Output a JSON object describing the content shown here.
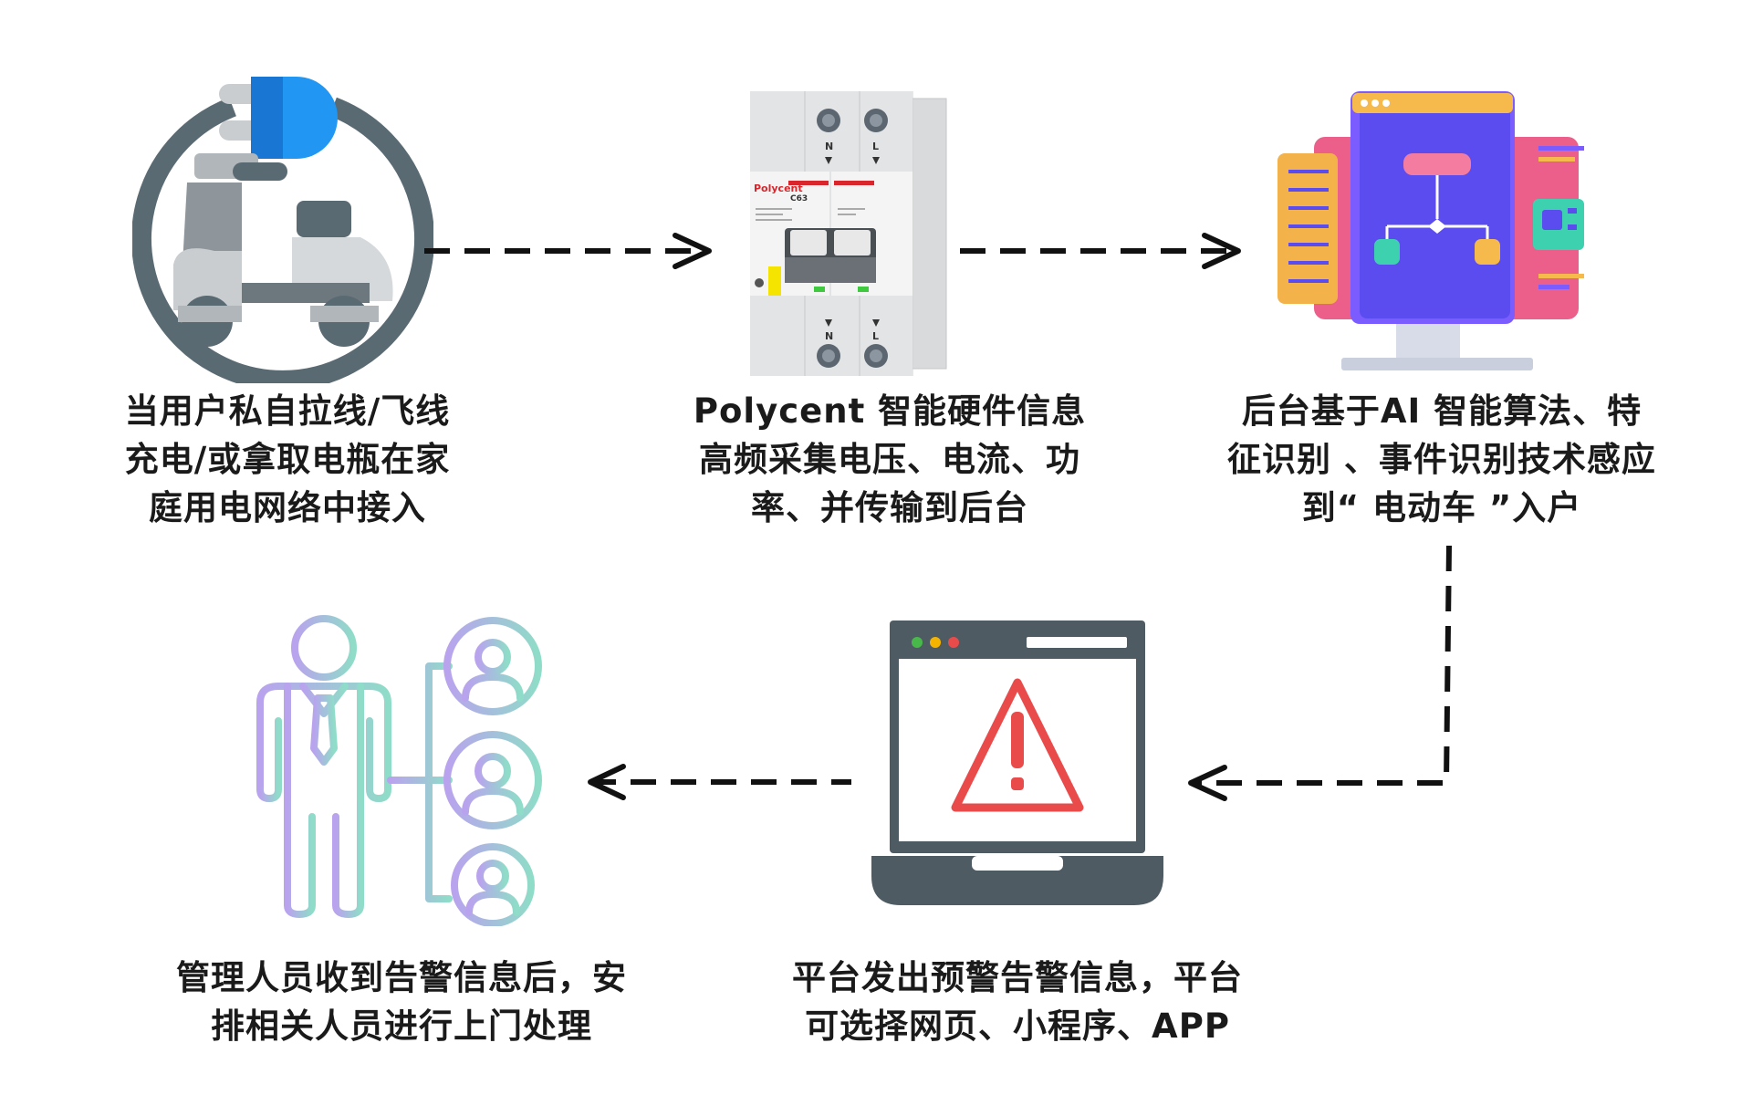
{
  "steps": [
    {
      "id": "step1",
      "lines": [
        "当用户私自拉线/飞线",
        "充电/或拿取电瓶在家",
        "庭用电网络中接入"
      ]
    },
    {
      "id": "step2",
      "lines": [
        "Polycent 智能硬件信息",
        "高频采集电压、电流、功",
        "率、并传输到后台"
      ]
    },
    {
      "id": "step3",
      "lines": [
        "后台基于AI 智能算法、特",
        "征识别 、事件识别技术感应",
        "到“ 电动车 ”入户"
      ]
    },
    {
      "id": "step4",
      "lines": [
        "平台发出预警告警信息，平台",
        "可选择网页、小程序、APP"
      ]
    },
    {
      "id": "step5",
      "lines": [
        "管理人员收到告警信息后，安",
        "排相关人员进行上门处理"
      ]
    }
  ],
  "breaker": {
    "brand": "Polycent",
    "model": "C63",
    "terminal_top_left": "N",
    "terminal_top_right": "L",
    "terminal_bottom_left": "N",
    "terminal_bottom_right": "L"
  },
  "colors": {
    "arrow": "#111111",
    "caption": "#1a1a1a",
    "warning_red": "#e94b4b",
    "laptop_gray": "#4f5b62",
    "plug_blue": "#2196f3"
  }
}
